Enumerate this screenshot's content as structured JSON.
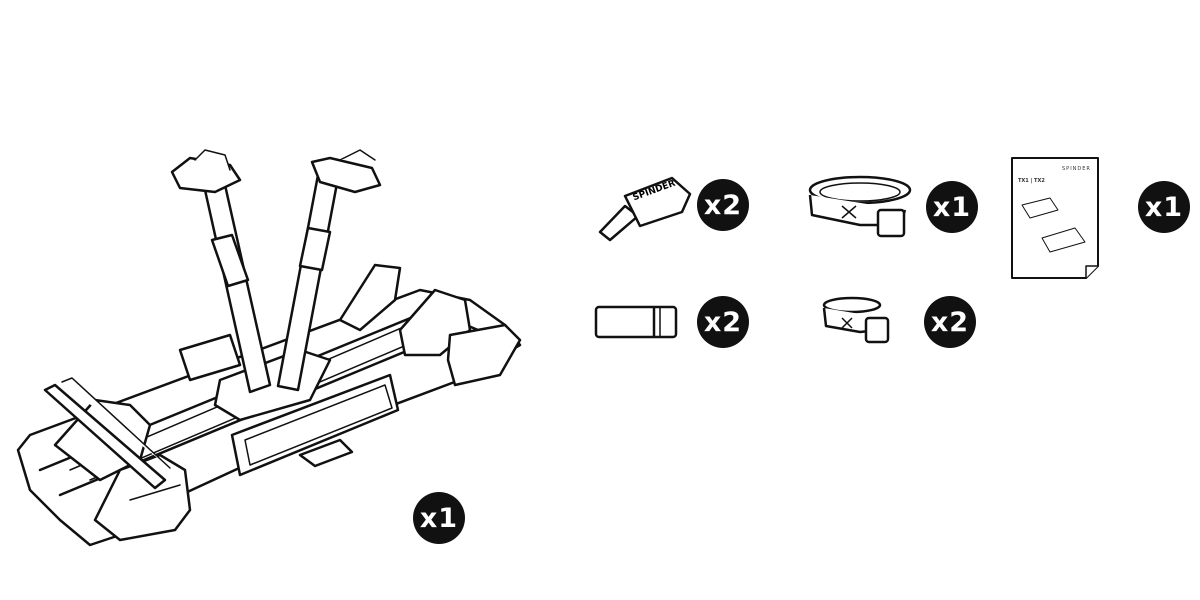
{
  "items": [
    {
      "id": "bike-carrier",
      "icon": "bike-carrier-icon",
      "quantity": "x1"
    },
    {
      "id": "key",
      "icon": "key-icon",
      "quantity": "x2",
      "key_brand": "SPINDER"
    },
    {
      "id": "long-strap",
      "icon": "long-strap-icon",
      "quantity": "x1"
    },
    {
      "id": "manual",
      "icon": "manual-icon",
      "quantity": "x1",
      "brand": "SPINDER",
      "title": "TX1 | TX2"
    },
    {
      "id": "end-cap",
      "icon": "end-cap-icon",
      "quantity": "x2"
    },
    {
      "id": "short-strap",
      "icon": "short-strap-icon",
      "quantity": "x2"
    }
  ],
  "colors": {
    "badge_bg": "#111111",
    "badge_text": "#ffffff",
    "line": "#111111"
  }
}
